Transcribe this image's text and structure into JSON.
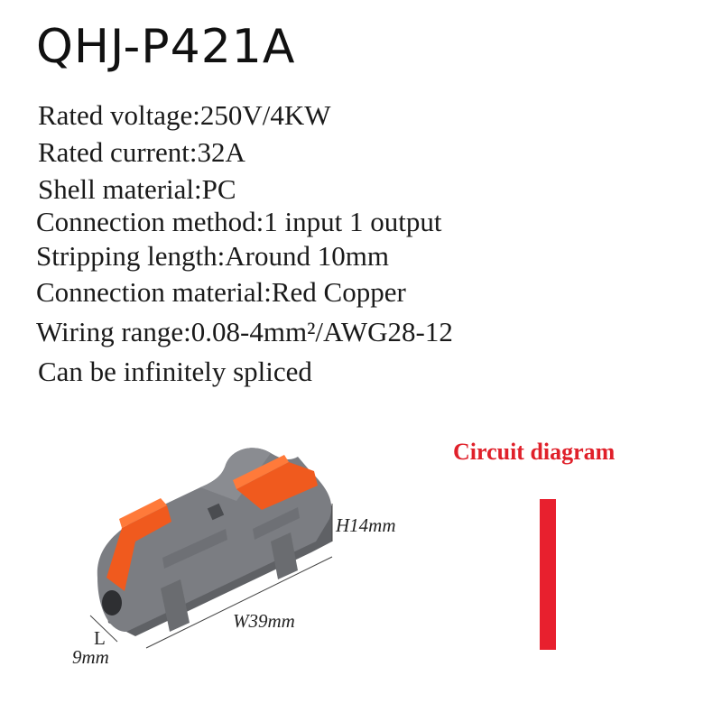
{
  "title": "QHJ-P421A",
  "specs": [
    "Rated voltage:250V/4KW",
    "Rated current:32A",
    "Shell material:PC",
    "Connection method:1 input 1 output",
    "Stripping length:Around 10mm",
    "Connection material:Red Copper",
    "Wiring range:0.08-4mm²/AWG28-12",
    "Can be infinitely spliced"
  ],
  "circuit": {
    "label": "Circuit diagram",
    "color": "#e8202e"
  },
  "dimensions": {
    "height": "H14mm",
    "width": "W39mm",
    "length_letter": "L",
    "length_value": "9mm"
  },
  "colors": {
    "shell": "#7a7c80",
    "lever": "#f05a1e"
  }
}
